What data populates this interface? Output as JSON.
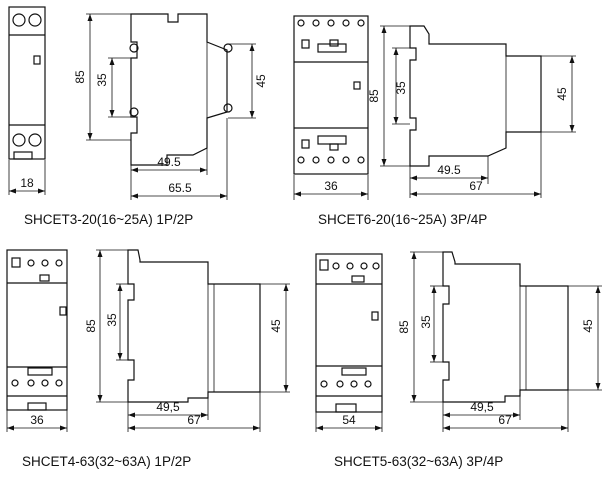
{
  "models": [
    {
      "caption": "SHCET3-20(16~25A)  1P/2P",
      "front_width": "18",
      "height": "85",
      "rail": "35",
      "depth_inner": "45",
      "depth_mid": "49.5",
      "depth_total": "65.5"
    },
    {
      "caption": "SHCET6-20(16~25A)  3P/4P",
      "front_width": "36",
      "height": "85",
      "rail": "35",
      "depth_inner": "45",
      "depth_mid": "49.5",
      "depth_total": "67"
    },
    {
      "caption": "SHCET4-63(32~63A)  1P/2P",
      "front_width": "36",
      "height": "85",
      "rail": "35",
      "depth_inner": "45",
      "depth_mid": "49,5",
      "depth_total": "67"
    },
    {
      "caption": "SHCET5-63(32~63A)  3P/4P",
      "front_width": "54",
      "height": "85",
      "rail": "35",
      "depth_inner": "45",
      "depth_mid": "49,5",
      "depth_total": "67"
    }
  ]
}
